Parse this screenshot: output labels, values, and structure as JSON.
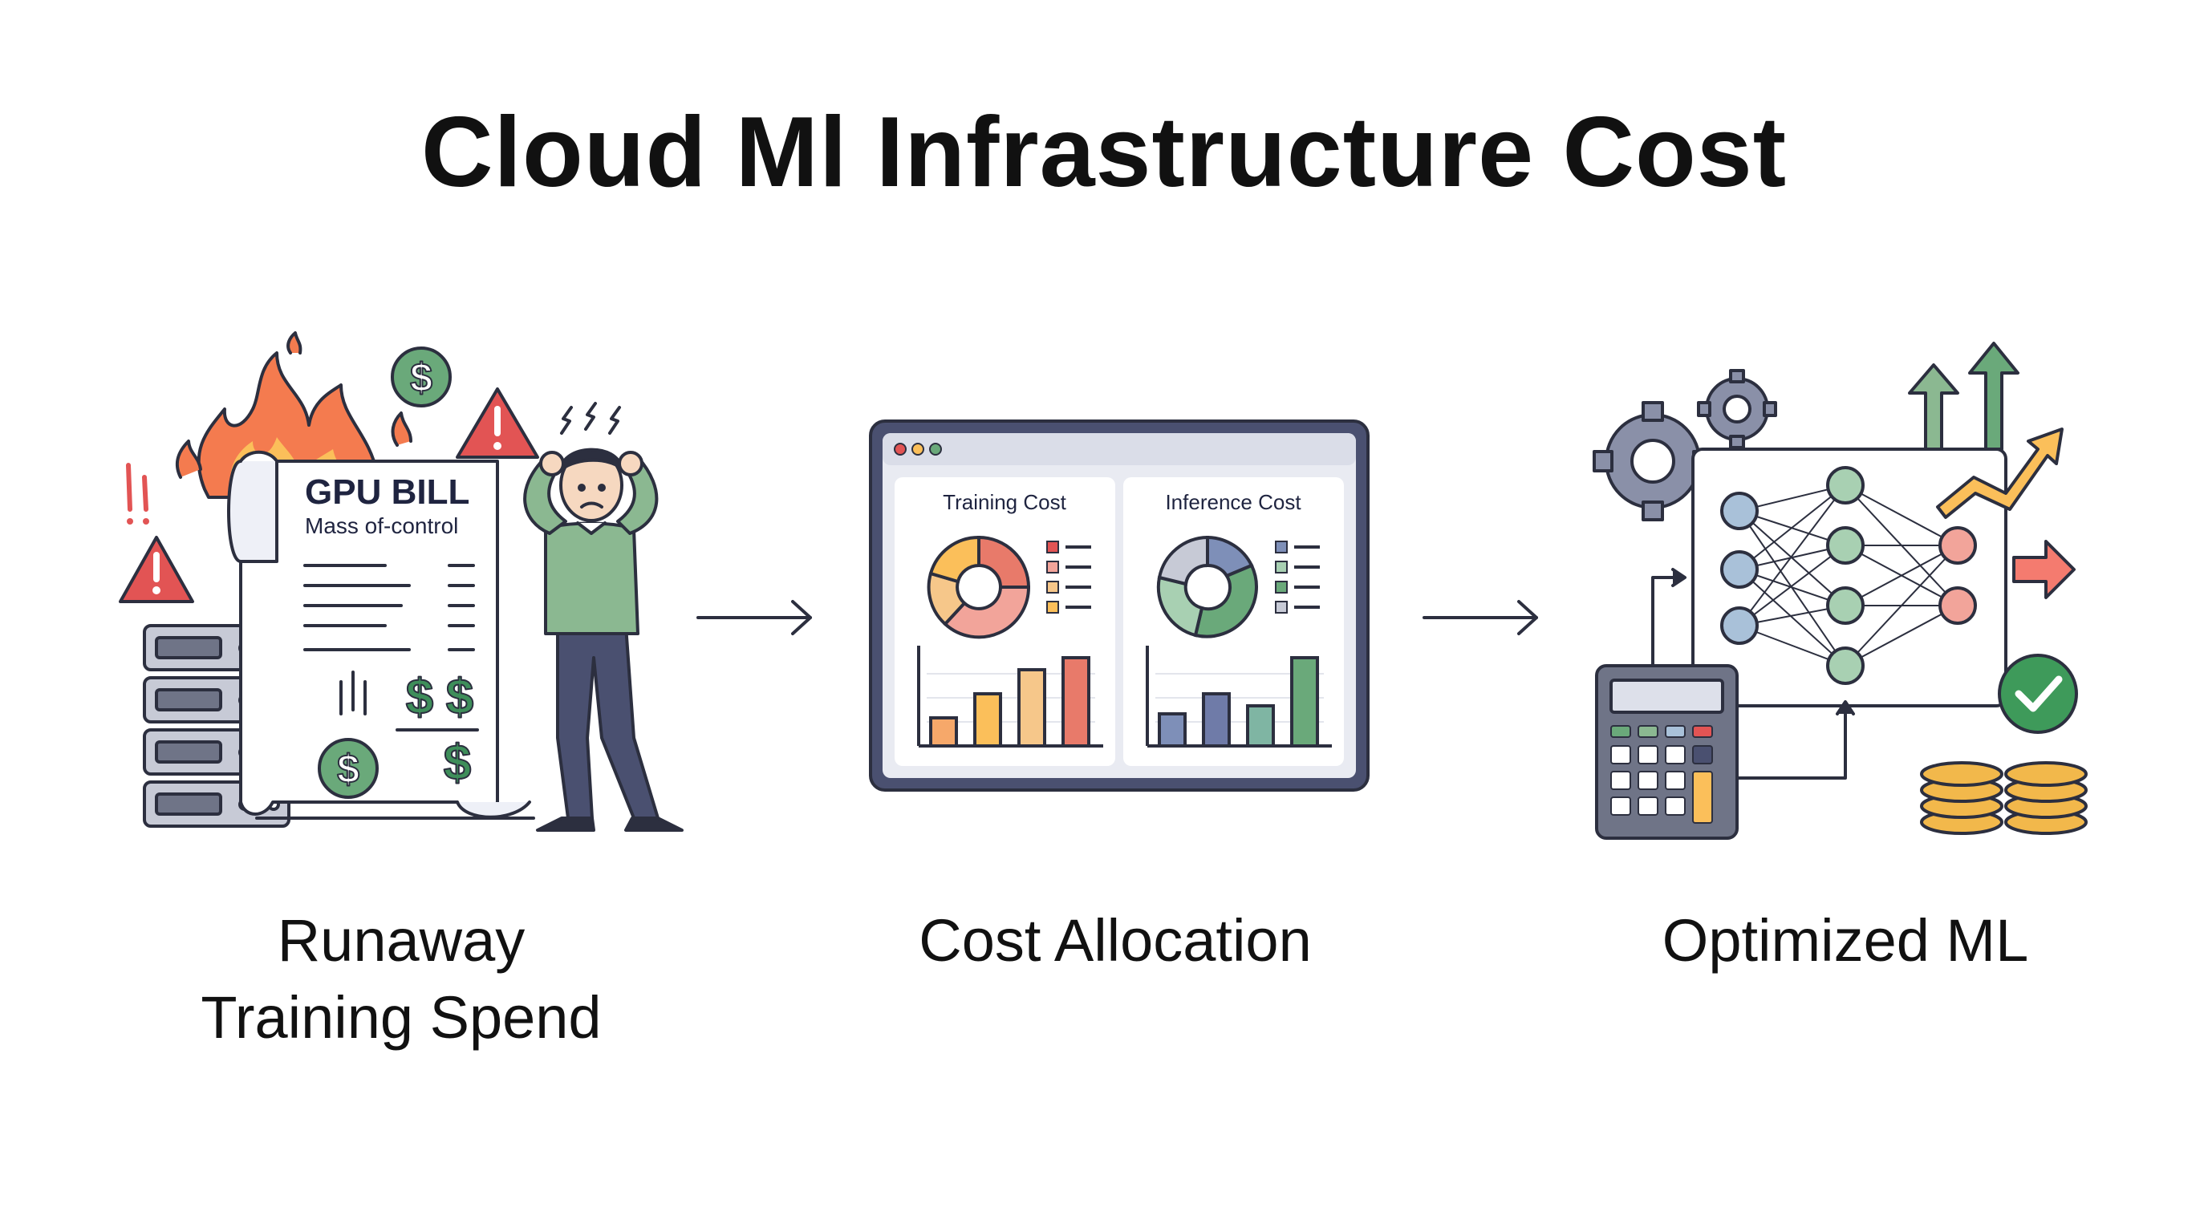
{
  "title": "Cloud Ml Infrastructure Cost",
  "stages": [
    {
      "caption_line1": "Runaway",
      "caption_line2": "Training Spend",
      "bill_title": "GPU BILL",
      "bill_subtitle": "Mass of-control"
    },
    {
      "caption_line1": "Cost Allocation",
      "panels": [
        {
          "title": "Training Cost"
        },
        {
          "title": "Inference Cost"
        }
      ]
    },
    {
      "caption_line1": "Optimized ML"
    }
  ],
  "colors": {
    "flame_outer": "#f47b4f",
    "flame_inner": "#fbbf5a",
    "alert_red": "#e25454",
    "money_green": "#3e8e5a",
    "shirt_green": "#8bb891",
    "pants_navy": "#4a5070",
    "dark_stroke": "#2c2f3f",
    "coin_gold": "#f2b84b",
    "node_blue": "#a9c1d9",
    "node_green": "#a8d0b2",
    "node_pink": "#f2a49a"
  },
  "icons": [
    "flame-icon",
    "dollar-coin-icon",
    "warning-triangle-icon",
    "server-rack-icon",
    "receipt-icon",
    "stressed-person-icon",
    "browser-window-icon",
    "donut-chart-icon",
    "bar-chart-icon",
    "gear-icon",
    "neural-network-icon",
    "calculator-icon",
    "checkmark-icon",
    "coin-stack-icon",
    "up-arrow-icon",
    "trend-arrow-icon",
    "right-arrow-icon"
  ]
}
